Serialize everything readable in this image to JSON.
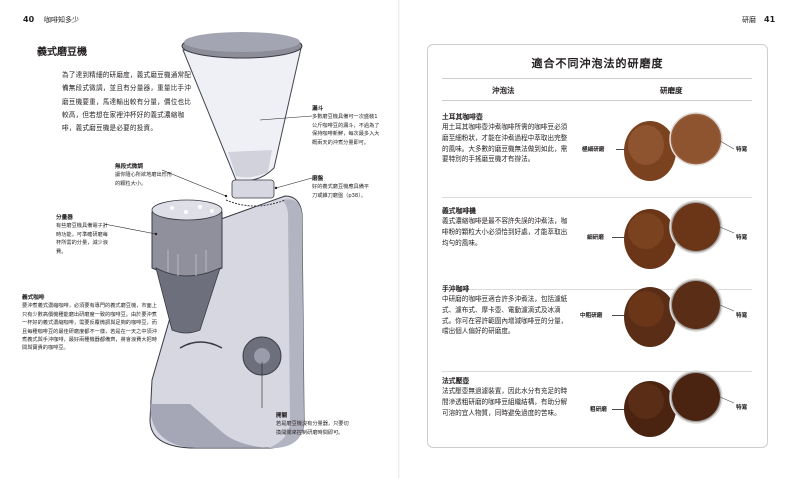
{
  "left_page": {
    "page_number": "40",
    "running_head": "咖啡知多少",
    "section_title": "義式磨豆機",
    "intro": "為了達到精細的研磨度，義式磨豆機通常配備無段式微調，並且有分量器，重量比手沖磨豆機要重，馬達輸出較有分量，價位也比較高，但若想在家裡沖杯好的義式濃縮咖啡，義式磨豆機是必要的投資。",
    "annotations": {
      "hopper": {
        "title": "漏斗",
        "text": "多數磨豆機具備可一次盛裝1公斤咖啡豆的漏斗，不過為了保持咖啡新鮮，每次最多入大概兩天的沖煮分量即可。"
      },
      "stepless": {
        "title": "無段式微調",
        "text": "讓你隨心所欲地磨出形形的顆粒大小。"
      },
      "burrs": {
        "title": "磨盤",
        "text": "好的義式磨豆機應具備平刀或錐刀磨盤（p38）。"
      },
      "doser": {
        "title": "分量器",
        "text": "有些磨豆機具備電子計時功能，可準確研磨每杯所需的分量，減少浪費。"
      },
      "espresso": {
        "title": "義式咖啡",
        "text": "要沖煮義式濃縮咖啡，必須要有專門的義式磨豆機，市面上只有少數高價機種能磨出研磨度一致的咖啡豆。由於要沖煮一杯好的義式濃縮咖啡，需要反覆微調與足夠的咖啡豆，而且每種咖啡豆的最佳研磨度都不一樣，若是在一天之中須沖煮義式與手沖咖啡，最好兩種機器都備齊，將會浪費大把時間與寶貴的咖啡豆。"
      },
      "switch": {
        "title": "開關",
        "text": "若是磨豆機沒有分量器，只要切換開關來控制研磨時間即可。"
      }
    }
  },
  "right_page": {
    "page_number": "41",
    "running_head": "研磨",
    "panel_title": "適合不同沖泡法的研磨度",
    "col_method": "沖泡法",
    "col_grind": "研磨度",
    "rows": [
      {
        "title": "土耳其咖啡壺",
        "text": "用土耳其咖啡壺沖煮咖啡所需的咖啡豆必須磨至細粉狀，才能在沖煮過程中萃取出完整的風味。大多數的磨豆機無法做到如此，需要特別的手搖磨豆機才有辦法。",
        "grind": "極細研磨",
        "closeup": "特寫"
      },
      {
        "title": "義式咖啡機",
        "text": "義式濃縮咖啡是最不容許失誤的沖煮法，咖啡粉的顆粒大小必須恰到好處，才能萃取出均勻的風味。",
        "grind": "細研磨",
        "closeup": "特寫"
      },
      {
        "title": "手沖咖啡",
        "text": "中研磨的咖啡豆適合許多沖煮法，包括濾紙式、濾布式、摩卡壺、電動濾滴式及冰滴式。你可在容許範圍內增減咖啡豆的分量，嚐出個人偏好的研磨度。",
        "grind": "中粗研磨",
        "closeup": "特寫"
      },
      {
        "title": "法式壓壺",
        "text": "法式壓壺無過濾裝置，因此水分有充足的時間滲透粗研磨的咖啡豆組織結構，有助分解可溶的宜人物質，同時避免過度的苦味。",
        "grind": "粗研磨",
        "closeup": "特寫"
      }
    ]
  },
  "colors": {
    "coffee_dark": "#5a2e16",
    "coffee_mid": "#7b4220",
    "coffee_light": "#8e5430",
    "machine_body": "#d6d7e0",
    "machine_shade": "#9a9bab",
    "hopper_cap": "#8c8d99"
  }
}
